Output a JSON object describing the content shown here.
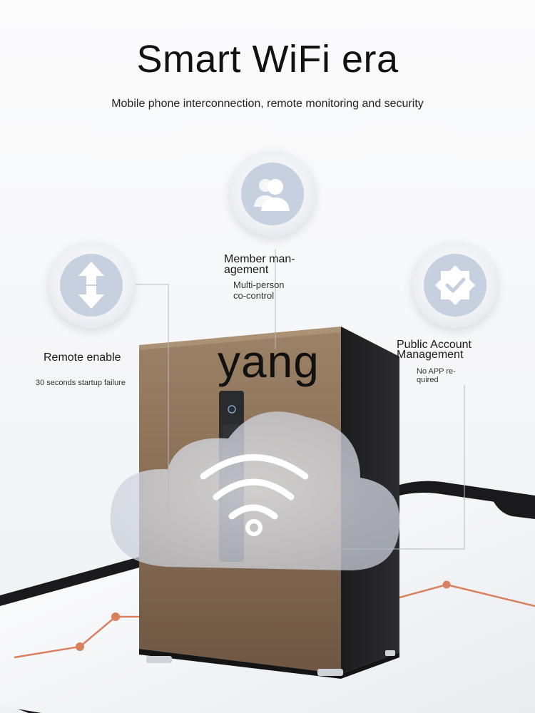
{
  "header": {
    "title": "Smart WiFi era",
    "subtitle": "Mobile phone interconnection, remote monitoring and security"
  },
  "features": {
    "member": {
      "icon": "users-icon",
      "title_line1": "Member man-",
      "title_line2": "agement",
      "sub_line1": "Multi-person",
      "sub_line2": "co-control"
    },
    "remote": {
      "icon": "up-down-arrows-icon",
      "title": "Remote enable",
      "sub": "30 seconds startup failure"
    },
    "public": {
      "icon": "verified-badge-icon",
      "title_line1": "Public Account",
      "title_line2": "Management",
      "sub_line1": "No APP re-",
      "sub_line2": "quired"
    }
  },
  "watermark": "yang",
  "colors": {
    "safe_body": "#8a6f52",
    "icon_fill": "#c7d0df",
    "accent_line": "#d9805f"
  }
}
